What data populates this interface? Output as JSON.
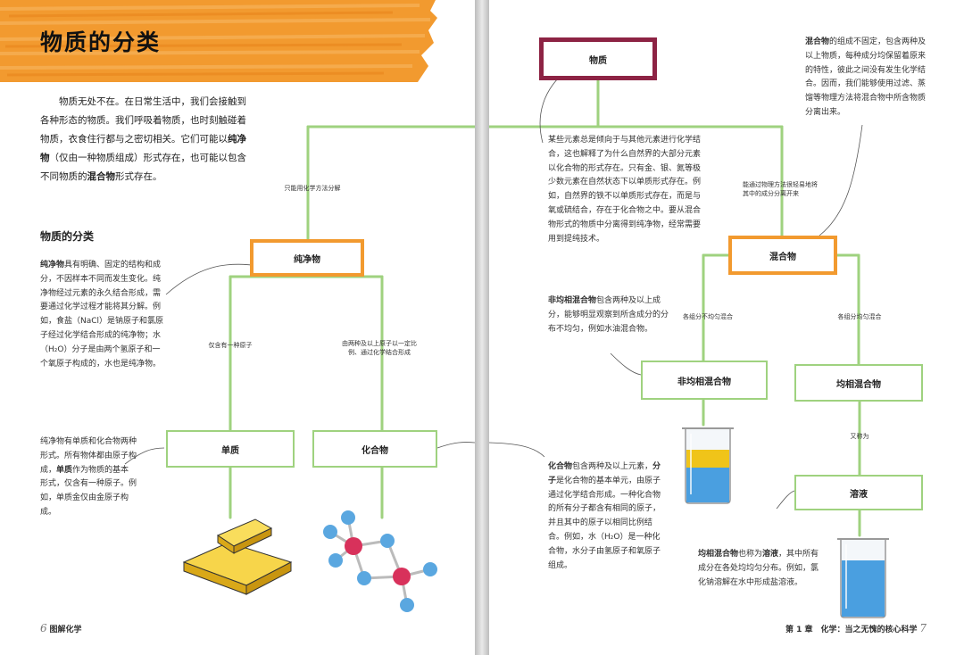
{
  "left": {
    "title": "物质的分类",
    "intro": {
      "part1": "物质无处不在。在日常生活中，我们会接触到各种形态的物质。我们呼吸着物质，也时刻触碰着物质，衣食住行都与之密切相关。它们可能以",
      "bold1": "纯净物",
      "part2": "（仅由一种物质组成）形式存在，也可能以包含不同物质的",
      "bold2": "混合物",
      "part3": "形式存在。"
    },
    "section_heading": "物质的分类",
    "pure_text": {
      "bold": "纯净物",
      "rest": "具有明确、固定的结构和成分，不因样本不同而发生变化。纯净物经过元素的永久结合形成，需要通过化学过程才能将其分解。例如，食盐（NaCl）是钠原子和氯原子经过化学结合形成的纯净物；水（H₂O）分子是由两个氢原子和一个氧原子构成的，水也是纯净物。"
    },
    "element_text": {
      "part1": "纯净物有单质和化合物两种形式。所有物体都由原子构成，",
      "bold": "单质",
      "part2": "作为物质的基本形式，仅含有一种原子。例如，单质金仅由金原子构成。"
    },
    "labels": {
      "chem_only": "只能用化学方法分解",
      "one_atom": "仅含有一种原子",
      "two_or_more": "由两种及以上原子以一定比例、通过化学结合形成"
    },
    "boxes": {
      "pure": "纯净物",
      "element": "单质",
      "compound": "化合物"
    },
    "footer": {
      "page_num": "6",
      "book": "图解化学"
    }
  },
  "right": {
    "boxes": {
      "matter": "物质",
      "mixture": "混合物",
      "heterogeneous": "非均相混合物",
      "homogeneous": "均相混合物",
      "solution": "溶液"
    },
    "labels": {
      "physical_sep": "能通过物理方法很轻易地将其中的成分分离开来",
      "uneven": "各组分不均匀混合",
      "even": "各组分均匀混合",
      "aka": "又称为"
    },
    "elements_text": "某些元素总是倾向于与其他元素进行化学结合，这也解释了为什么自然界的大部分元素以化合物的形式存在。只有金、银、氮等极少数元素在自然状态下以单质形式存在。例如，自然界的铁不以单质形式存在，而是与氧或硫结合，存在于化合物之中。要从混合物形式的物质中分离得到纯净物，经常需要用到提纯技术。",
    "mixture_text": {
      "bold": "混合物",
      "rest": "的组成不固定，包含两种及以上物质，每种成分均保留着原来的特性，彼此之间没有发生化学结合。因而，我们能够使用过滤、蒸馏等物理方法将混合物中所含物质分离出来。"
    },
    "hetero_text": {
      "bold": "非均相混合物",
      "rest": "包含两种及以上成分，能够明显观察到所含成分的分布不均匀，例如水油混合物。"
    },
    "compound_text": {
      "bold1": "化合物",
      "part1": "包含两种及以上元素，",
      "bold2": "分子",
      "part2": "是化合物的基本单元，由原子通过化学结合形成。一种化合物的所有分子都含有相同的原子，并且其中的原子以相同比例结合。例如，水（H₂O）是一种化合物，水分子由氢原子和氧原子组成。"
    },
    "homo_text": {
      "bold1": "均相混合物",
      "part1": "也称为",
      "bold2": "溶液",
      "part2": "，其中所有成分在各处均均匀分布。例如，氯化钠溶解在水中形成盐溶液。"
    },
    "footer": {
      "chapter": "第 1 章　化学：当之无愧的核心科学",
      "page_num": "7"
    }
  },
  "colors": {
    "orange": "#f29a2f",
    "green": "#9fd27f",
    "maroon": "#8d2344",
    "gold": "#f0c419",
    "atom_blue": "#5aa7e0",
    "atom_red": "#d8315b",
    "water_blue": "#4a9fe0"
  }
}
